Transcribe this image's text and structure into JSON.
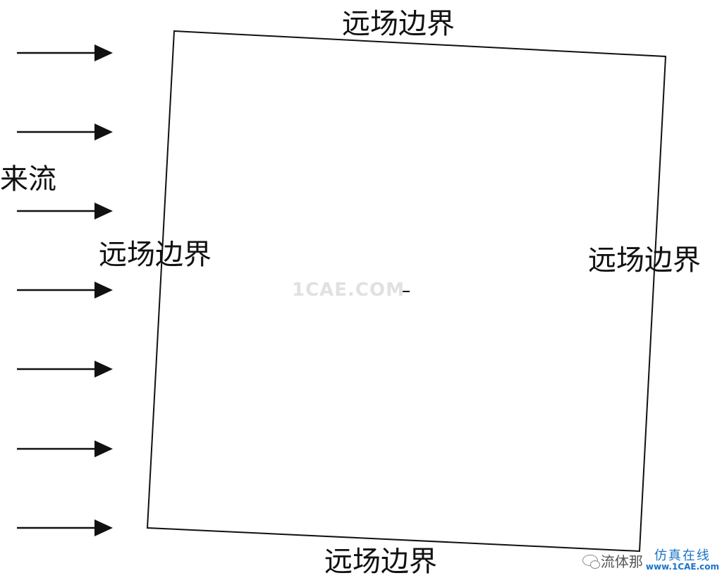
{
  "labels": {
    "inflow": "来流",
    "boundary_top": "远场边界",
    "boundary_left": "远场边界",
    "boundary_right": "远场边界",
    "boundary_bottom": "远场边界"
  },
  "watermark": "1CAE.COM",
  "badge": {
    "account": "流体那",
    "site_name": "仿真在线",
    "site_url": "www.1CAE.com"
  },
  "colors": {
    "line": "#111111",
    "text": "#111111",
    "badge_blue": "#1a73c8"
  }
}
